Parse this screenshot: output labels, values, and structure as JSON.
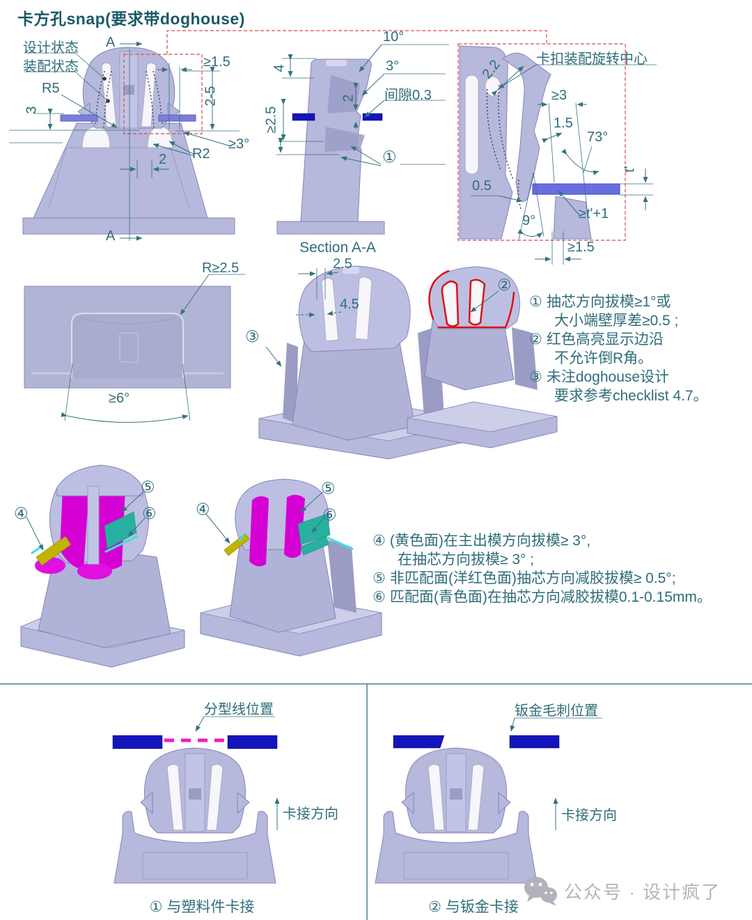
{
  "title": "卡方孔snap(要求带doghouse)",
  "colors": {
    "title_text": "#1b5968",
    "annotation_text": "#2f6d7a",
    "cad_body": "#b6b8dc",
    "bar_blue": "#1414bc",
    "bar_periwinkle": "#7b7ed6",
    "bar_violet": "#6b6ee0",
    "red_dashed": "#e04848",
    "red_edge": "#e01010",
    "magenta_face": "#d400d4",
    "yellow_face": "#c2b300",
    "teal_face": "#28b0a0",
    "cyan_edge": "#3fe0dc",
    "magenta_parting": "#ea1ec8",
    "watermark_gray": "#b4b4bc"
  },
  "fig_assembly_front": {
    "labels": {
      "design_state": "设计状态",
      "assembly_state": "装配状态",
      "r5": "R5",
      "h3": "3",
      "sec_top": "A",
      "sec_bottom": "A",
      "ge1_5": "≥1.5",
      "range2_5": "2-5",
      "r2": "R2",
      "w2": "2",
      "ge3deg": "≥3°"
    }
  },
  "fig_section": {
    "caption": "Section A-A",
    "labels": {
      "deg10": "10°",
      "deg3": "3°",
      "gap": "间隙0.3",
      "c1": "①",
      "h4": "4",
      "ge2_5": "≥2.5",
      "h2": "2"
    }
  },
  "fig_rotation": {
    "labels": {
      "center": "卡扣装配旋转中心",
      "t2_2": "2.2",
      "ge3": "≥3",
      "t1_5": "1.5",
      "deg73": "73°",
      "t0_5": "0.5",
      "deg9": "9°",
      "ge_tp1": "≥t'+1",
      "ge1_5": "≥1.5",
      "tp": "t'"
    }
  },
  "fig_doghouse_bottom": {
    "labels": {
      "rge2_5": "R≥2.5",
      "ge6deg": "≥6°"
    }
  },
  "fig_iso_dim": {
    "labels": {
      "w2_5": "2.5",
      "w4_5": "4.5",
      "c3": "③"
    }
  },
  "fig_iso_edges": {
    "labels": {
      "c2": "②"
    }
  },
  "notes_top": {
    "items": [
      {
        "num": "①",
        "line1": "抽芯方向拔模≥1°或",
        "line2": "大小端壁厚差≥0.5 ;"
      },
      {
        "num": "②",
        "line1": "红色高亮显示边沿",
        "line2": "不允许倒R角。"
      },
      {
        "num": "③",
        "line1": "未注doghouse设计",
        "line2": "要求参考checklist 4.7。"
      }
    ]
  },
  "fig_draft_left": {
    "labels": {
      "c4": "④",
      "c5": "⑤",
      "c6": "⑥"
    }
  },
  "fig_draft_right": {
    "labels": {
      "c4": "④",
      "c5": "⑤",
      "c6": "⑥"
    }
  },
  "notes_draft": {
    "items": [
      {
        "num": "④",
        "line1": "(黄色面)在主出模方向拔模≥ 3°,",
        "line2": "在抽芯方向拔模≥ 3° ;"
      },
      {
        "num": "⑤",
        "line1": "非匹配面(洋红色面)抽芯方向减胶拔模≥ 0.5°;"
      },
      {
        "num": "⑥",
        "line1": "匹配面(青色面)在抽芯方向减胶拔模0.1-0.15mm。"
      }
    ]
  },
  "panel_plastic": {
    "label": "分型线位置",
    "direction": "卡接方向",
    "caption": "① 与塑料件卡接"
  },
  "panel_sheetmetal": {
    "label": "钣金毛刺位置",
    "direction": "卡接方向",
    "caption": "② 与钣金卡接"
  },
  "watermark": {
    "text": "公众号 · 设计疯了"
  }
}
